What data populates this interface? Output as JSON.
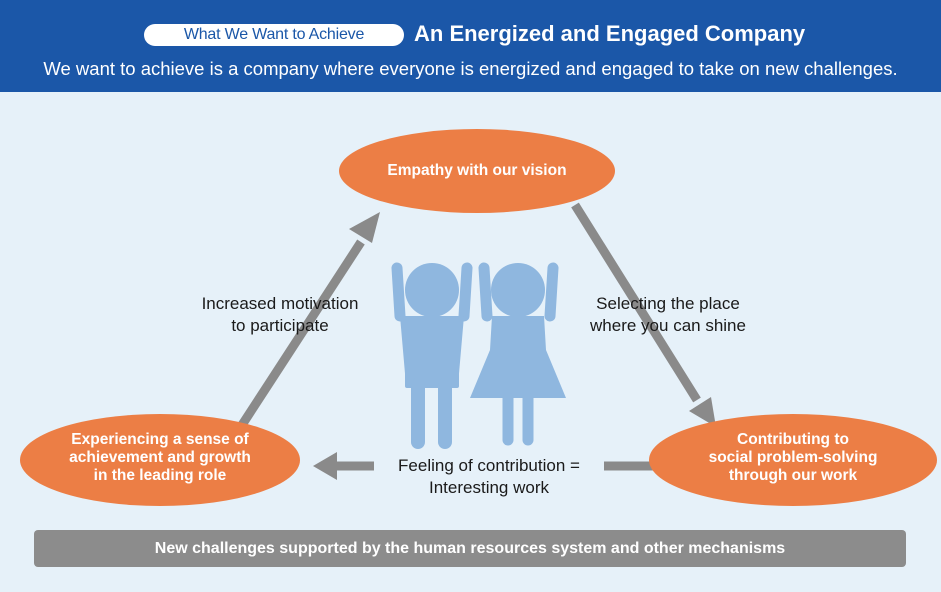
{
  "header": {
    "pill_label": "What We Want to Achieve",
    "title": "An Energized and Engaged Company",
    "subtitle": "We want to achieve is a company where everyone is energized and engaged to take on new challenges."
  },
  "diagram": {
    "nodes": {
      "top": "Empathy with our vision",
      "right": [
        "Contributing to",
        "social problem-solving",
        "through our work"
      ],
      "left": [
        "Experiencing a sense of",
        "achievement and growth",
        "in the leading role"
      ]
    },
    "edges": {
      "top_to_right": [
        "Selecting the place",
        "where you can shine"
      ],
      "right_to_left": [
        "Feeling of contribution =",
        "Interesting work"
      ],
      "left_to_top": [
        "Increased motivation",
        "to participate"
      ]
    },
    "footer_bar": "New challenges supported by the human resources system and other mechanisms"
  },
  "colors": {
    "header_blue": "#1b57a8",
    "panel_bg": "#e6f1f9",
    "oval_orange": "#ec7e45",
    "arrow_gray": "#8a8a8a",
    "figure_blue": "#8fb7df"
  },
  "icons": [
    "person-arms-raised-icon",
    "person-in-dress-arms-raised-icon"
  ]
}
